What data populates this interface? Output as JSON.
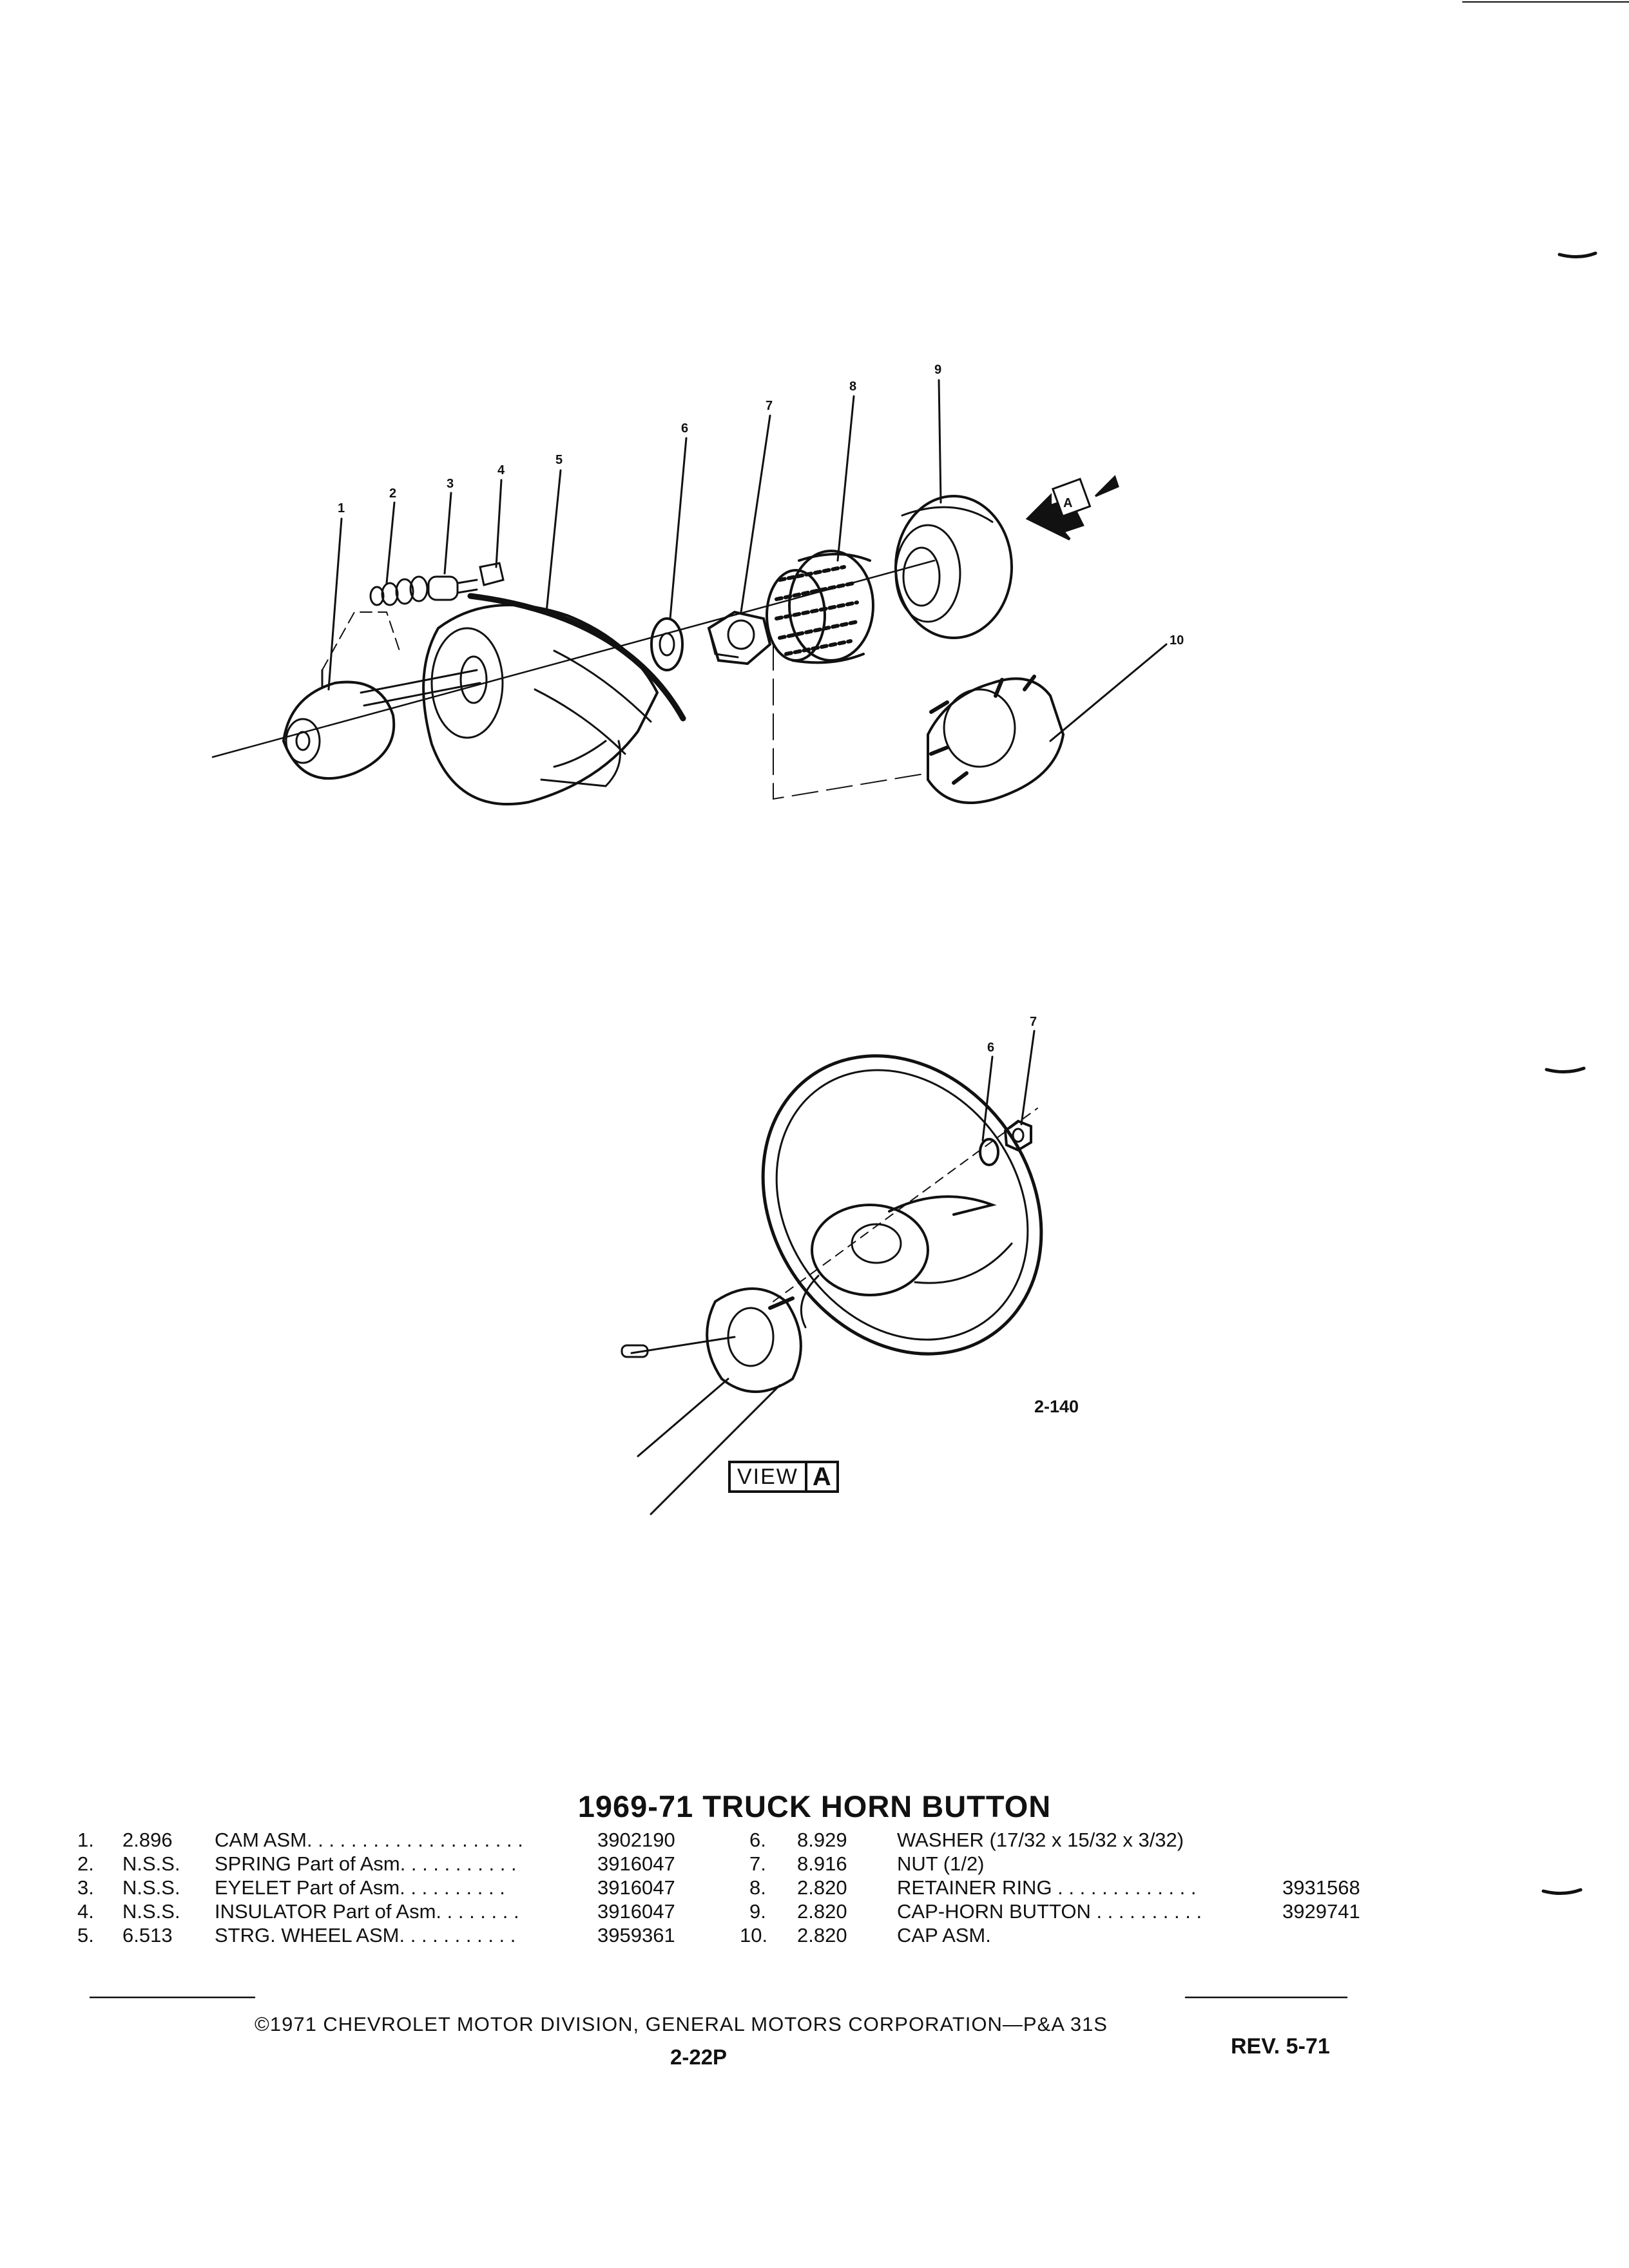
{
  "callouts_top": [
    "1",
    "2",
    "3",
    "4",
    "5",
    "6",
    "7",
    "8",
    "9",
    "10"
  ],
  "arrow_label": "A",
  "callouts_view": [
    "6",
    "7"
  ],
  "figure_id": "2-140",
  "view_label": {
    "word": "VIEW",
    "letter": "A"
  },
  "title": "1969-71 TRUCK HORN BUTTON",
  "parts_left": [
    {
      "no": "1.",
      "code": "2.896",
      "desc": "CAM ASM. . . . . . . . . . . . . . . . . . . .",
      "part": "3902190"
    },
    {
      "no": "2.",
      "code": "N.S.S.",
      "desc": "SPRING Part of Asm. . . . . . . . . . .",
      "part": "3916047"
    },
    {
      "no": "3.",
      "code": "N.S.S.",
      "desc": "EYELET Part of Asm. . . . . . . . . .",
      "part": "3916047"
    },
    {
      "no": "4.",
      "code": "N.S.S.",
      "desc": "INSULATOR Part of Asm. . . . . . . .",
      "part": "3916047"
    },
    {
      "no": "5.",
      "code": "6.513",
      "desc": "STRG. WHEEL ASM. . . . . . . . . . .",
      "part": "3959361"
    }
  ],
  "parts_right": [
    {
      "no": "6.",
      "code": "8.929",
      "desc": "WASHER (17/32 x 15/32 x 3/32)",
      "part": ""
    },
    {
      "no": "7.",
      "code": "8.916",
      "desc": "NUT (1/2)",
      "part": ""
    },
    {
      "no": "8.",
      "code": "2.820",
      "desc": "RETAINER RING . . . . . . . . . . . . .",
      "part": "3931568"
    },
    {
      "no": "9.",
      "code": "2.820",
      "desc": "CAP-HORN BUTTON . . . . . . . . . .",
      "part": "3929741"
    },
    {
      "no": "10.",
      "code": "2.820",
      "desc": "CAP ASM.",
      "part": ""
    }
  ],
  "footer": "©1971 CHEVROLET MOTOR DIVISION, GENERAL MOTORS CORPORATION—P&A 31S",
  "page_number": "2-22P",
  "revision": "REV. 5-71"
}
